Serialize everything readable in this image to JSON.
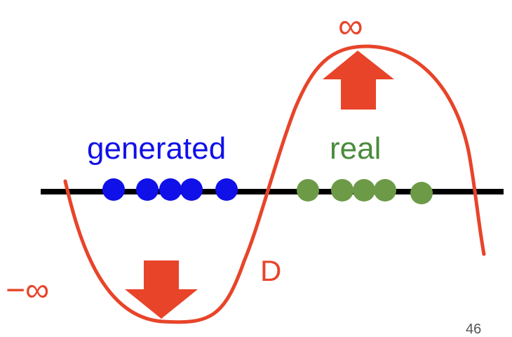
{
  "labels": {
    "generated": "generated",
    "real": "real",
    "positive_infinity": "∞",
    "negative_infinity": "−∞",
    "discriminator": "D",
    "page_number": "46"
  },
  "colors": {
    "generated": "#1010e8",
    "real": "#6c9a46",
    "real_label": "#4a8c3c",
    "curve": "#e8442a",
    "arrow": "#e8442a",
    "axis": "#000000",
    "page_number": "#555555"
  },
  "generated_point_count": 5,
  "real_point_count": 5
}
